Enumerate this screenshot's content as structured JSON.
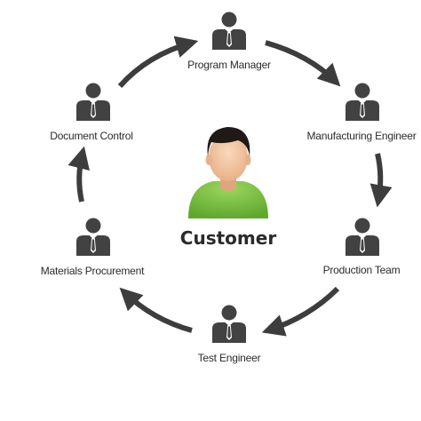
{
  "center": {
    "label": "Customer",
    "icon": "customer-person-icon",
    "skin_color": "#f4c9a5",
    "hair_color": "#1f1a17",
    "shirt_color": "#7ac143"
  },
  "roles": [
    {
      "id": "program-manager",
      "label": "Program Manager",
      "icon": "businessman-icon"
    },
    {
      "id": "manufacturing-engineer",
      "label": "Manufacturing Engineer",
      "icon": "businessman-icon"
    },
    {
      "id": "production-team",
      "label": "Production Team",
      "icon": "businessman-icon"
    },
    {
      "id": "test-engineer",
      "label": "Test Engineer",
      "icon": "businessman-icon"
    },
    {
      "id": "materials-procurement",
      "label": "Materials Procurement",
      "icon": "businessman-icon"
    },
    {
      "id": "document-control",
      "label": "Document Control",
      "icon": "businessman-icon"
    }
  ],
  "colors": {
    "person_icon": "#424242",
    "arrow": "#3d3d3d"
  }
}
